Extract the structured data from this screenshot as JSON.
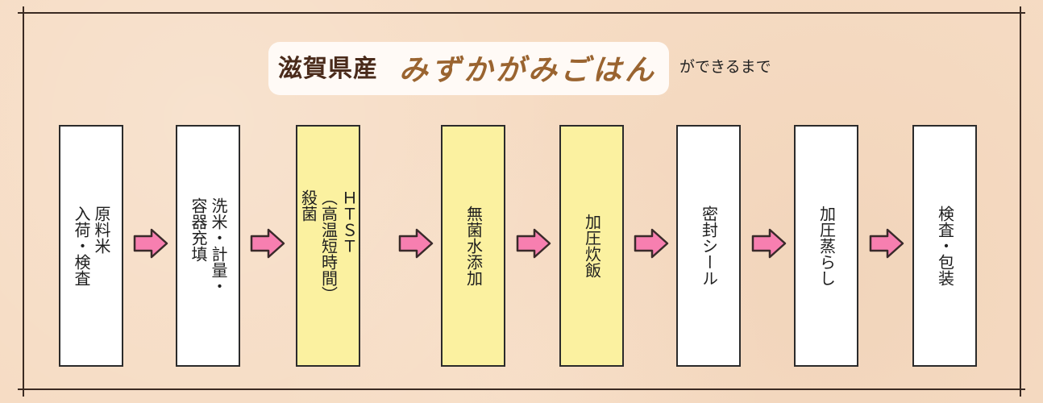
{
  "title": {
    "prefix": "滋賀県産",
    "main": "みずかがみごはん",
    "suffix": "ができるまで"
  },
  "colors": {
    "background": "#f6dcc4",
    "box_white": "#ffffff",
    "box_yellow": "#fbf1a0",
    "arrow_fill": "#f77fb0",
    "border": "#2b2b2b"
  },
  "steps": [
    {
      "label": "原料米\n入荷・検査",
      "highlight": false
    },
    {
      "label": "洗米・計量・\n容器充填",
      "highlight": false
    },
    {
      "label": "ＨＴＳＴ\n（高温短時間）\n殺菌",
      "highlight": true
    },
    {
      "label": "無菌水添加",
      "highlight": true
    },
    {
      "label": "加圧炊飯",
      "highlight": true
    },
    {
      "label": "密封シール",
      "highlight": false
    },
    {
      "label": "加圧蒸らし",
      "highlight": false
    },
    {
      "label": "検査・包装",
      "highlight": false
    }
  ]
}
